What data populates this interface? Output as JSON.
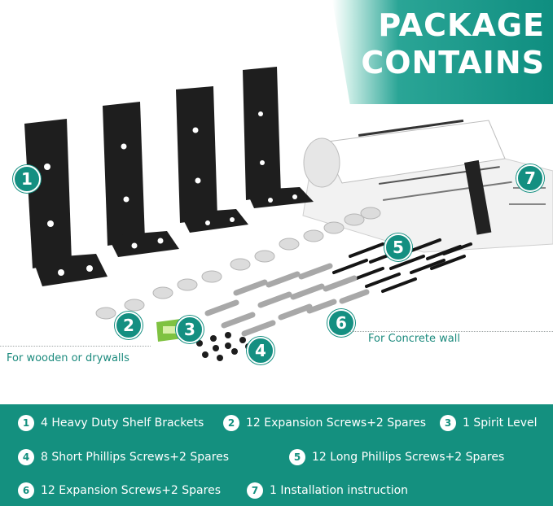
{
  "header": {
    "title_line1": "PACKAGE",
    "title_line2": "CONTAINS"
  },
  "badges": [
    "1",
    "2",
    "3",
    "4",
    "5",
    "6",
    "7"
  ],
  "captions": {
    "wooden": "For wooden or drywalls",
    "concrete": "For Concrete wall"
  },
  "legend": [
    {
      "num": "1",
      "text": "4 Heavy Duty Shelf Brackets"
    },
    {
      "num": "2",
      "text": "12 Expansion Screws+2 Spares"
    },
    {
      "num": "3",
      "text": "1 Spirit Level"
    },
    {
      "num": "4",
      "text": "8 Short Phillips Screws+2 Spares"
    },
    {
      "num": "5",
      "text": "12 Long Phillips Screws+2 Spares"
    },
    {
      "num": "6",
      "text": "12 Expansion Screws+2 Spares"
    },
    {
      "num": "7",
      "text": "1 Installation instruction"
    }
  ],
  "colors": {
    "accent": "#14907f",
    "bracket": "#1e1e1e"
  },
  "icons": [
    "shelf-bracket-icon",
    "anchor-screw-icon",
    "spirit-level-icon",
    "short-screw-icon",
    "long-screw-icon",
    "expansion-plug-icon",
    "instruction-sheet-icon"
  ]
}
